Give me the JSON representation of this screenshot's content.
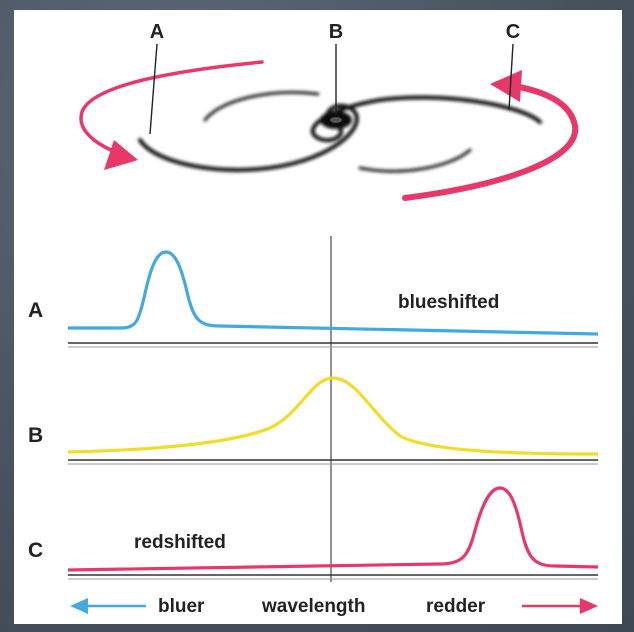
{
  "galaxy": {
    "point_labels": [
      "A",
      "B",
      "C"
    ]
  },
  "spectra": [
    {
      "row_label": "A",
      "note": "blueshifted",
      "color": "#44a9df",
      "peak_position": "left"
    },
    {
      "row_label": "B",
      "note": "",
      "color": "#f2dc29",
      "peak_position": "center"
    },
    {
      "row_label": "C",
      "note": "redshifted",
      "color": "#e8386a",
      "peak_position": "right"
    }
  ],
  "axis": {
    "left_label": "bluer",
    "center_label": "wavelength",
    "right_label": "redder",
    "left_color": "#44a9df",
    "right_color": "#e8386a"
  },
  "colors": {
    "rotation_arrow": "#e8386a",
    "galaxy_arms": "#111111"
  }
}
